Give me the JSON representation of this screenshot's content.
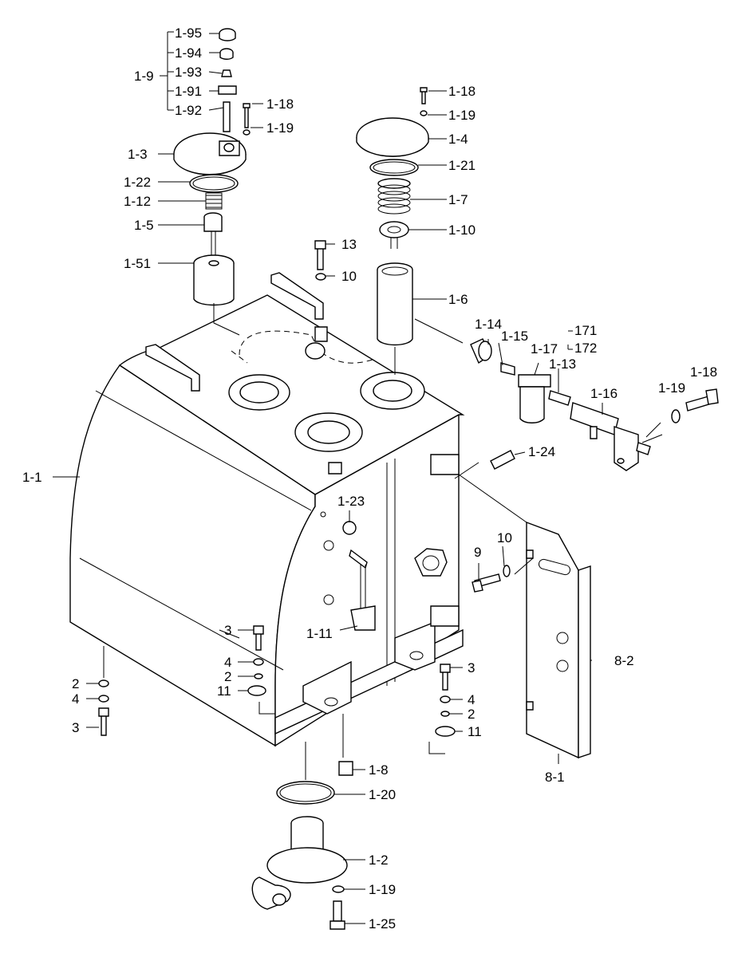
{
  "labels": {
    "l_1_95": "1-95",
    "l_1_94": "1-94",
    "l_1_9": "1-9",
    "l_1_93": "1-93",
    "l_1_91": "1-91",
    "l_1_92": "1-92",
    "l_1_18a": "1-18",
    "l_1_19a": "1-19",
    "l_1_3": "1-3",
    "l_1_22": "1-22",
    "l_1_12": "1-12",
    "l_1_5": "1-5",
    "l_1_51": "1-51",
    "l_13a": "13",
    "l_10a": "10",
    "l_1_18b": "1-18",
    "l_1_19b": "1-19",
    "l_1_4": "1-4",
    "l_1_21": "1-21",
    "l_1_7": "1-7",
    "l_1_10": "1-10",
    "l_1_6": "1-6",
    "l_1_14": "1-14",
    "l_1_15": "1-15",
    "l_1_17": "1-17",
    "l_171": "171",
    "l_172": "172",
    "l_1_13": "1-13",
    "l_1_16": "1-16",
    "l_1_19c": "1-19",
    "l_1_18c": "1-18",
    "l_1_1": "1-1",
    "l_1_24": "1-24",
    "l_1_23": "1-23",
    "l_9": "9",
    "l_10b": "10",
    "l_3a": "3",
    "l_1_11": "1-11",
    "l_4a": "4",
    "l_2a": "2",
    "l_11a": "11",
    "l_8_2": "8-2",
    "l_3b": "3",
    "l_4b": "4",
    "l_2b": "2",
    "l_11b": "11",
    "l_2c": "2",
    "l_4c": "4",
    "l_3c": "3",
    "l_1_8": "1-8",
    "l_8_1": "8-1",
    "l_1_20": "1-20",
    "l_1_2": "1-2",
    "l_1_19d": "1-19",
    "l_1_25": "1-25"
  }
}
